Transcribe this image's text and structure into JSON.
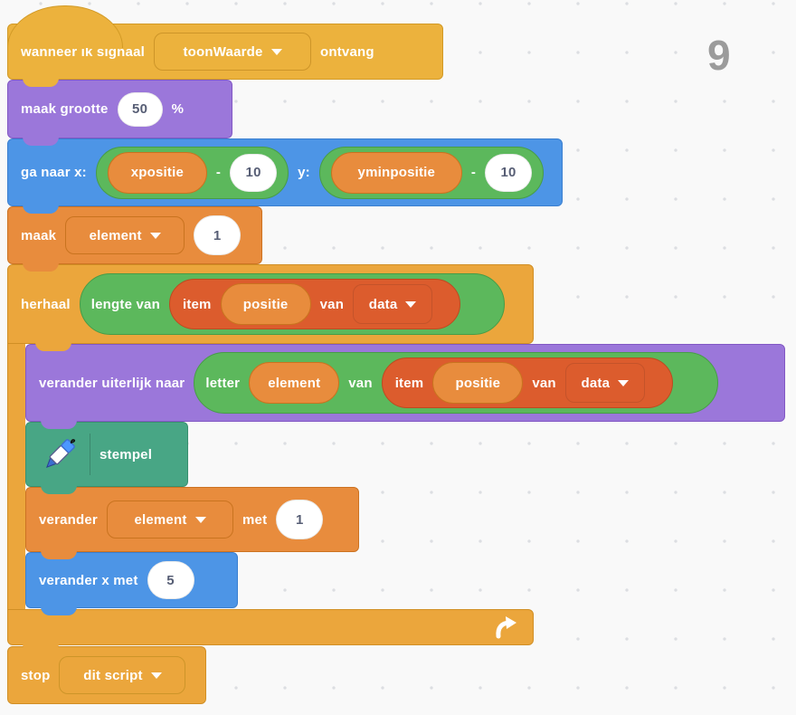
{
  "canvas": {
    "page_number": "9"
  },
  "colors": {
    "events": "#ecb23d",
    "control": "#eba63c",
    "motion": "#4d95e6",
    "looks": "#9b77da",
    "variables": "#e88c3d",
    "list": "#dc5c2d",
    "operators": "#5cb85c",
    "pen": "#48a685",
    "input_text": "#575e75",
    "background": "#f9f9f9",
    "page_number_gray": "#9b9b9b"
  },
  "icons": {
    "pen": "pen-icon",
    "loop_arrow": "loop-arrow-icon",
    "dropdown_arrow": "chevron-down-icon"
  },
  "blocks": {
    "when_receive": {
      "label_before": "wanneer ik signaal",
      "dropdown_value": "toonWaarde",
      "label_after": "ontvang"
    },
    "set_size": {
      "label": "maak grootte",
      "value": "50",
      "suffix": "%"
    },
    "go_to": {
      "label_x": "ga naar x:",
      "x_variable": "xpositie",
      "x_operator": "-",
      "x_value": "10",
      "label_y": "y:",
      "y_variable": "yminpositie",
      "y_operator": "-",
      "y_value": "10"
    },
    "set_variable": {
      "label": "maak",
      "dropdown_value": "element",
      "value": "1"
    },
    "repeat": {
      "label": "herhaal",
      "length_of": "lengte van",
      "item": "item",
      "item_variable": "positie",
      "of": "van",
      "list_dropdown_value": "data"
    },
    "switch_costume": {
      "label": "verander uiterlijk naar",
      "letter": "letter",
      "letter_variable": "element",
      "of1": "van",
      "item": "item",
      "item_variable": "positie",
      "of2": "van",
      "list_dropdown_value": "data"
    },
    "stamp": {
      "label": "stempel"
    },
    "change_variable": {
      "label": "verander",
      "dropdown_value": "element",
      "by": "met",
      "value": "1"
    },
    "change_x": {
      "label": "verander x met",
      "value": "5"
    },
    "stop": {
      "label": "stop",
      "dropdown_value": "dit script"
    }
  }
}
